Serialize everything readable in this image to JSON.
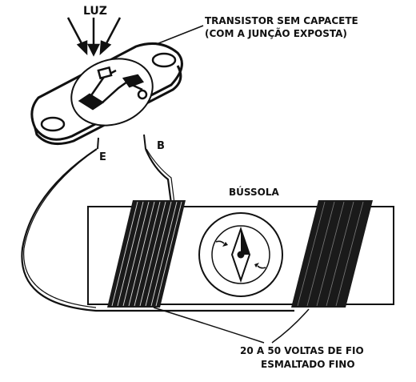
{
  "labels": {
    "light": "LUZ",
    "transistor_line1": "TRANSISTOR SEM CAPACETE",
    "transistor_line2": "(COM A JUNÇÃO EXPOSTA)",
    "emitter": "E",
    "base": "B",
    "compass": "BÚSSOLA",
    "winding_line1": "20 A 50 VOLTAS DE FIO",
    "winding_line2": "ESMALTADO FINO"
  },
  "colors": {
    "ink": "#111111",
    "paper": "#ffffff",
    "coil": "#1a1a1a"
  }
}
